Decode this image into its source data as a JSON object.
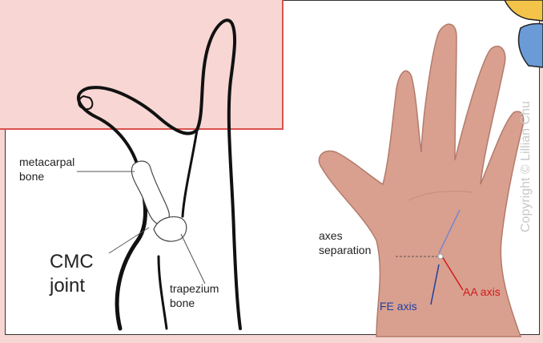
{
  "labels": {
    "metacarpal": "metacarpal\nbone",
    "cmc": "CMC\njoint",
    "trapezium": "trapezium\nbone",
    "axes_separation": "axes\nseparation",
    "fe_axis": "FE axis",
    "aa_axis": "AA axis",
    "watermark": "Copyright © Lillian Chu"
  },
  "colors": {
    "fe_axis": "#1f3fa0",
    "aa_axis": "#d11b1b",
    "panel_pink": "#f7d6d3",
    "panel_border": "#d9534f"
  }
}
